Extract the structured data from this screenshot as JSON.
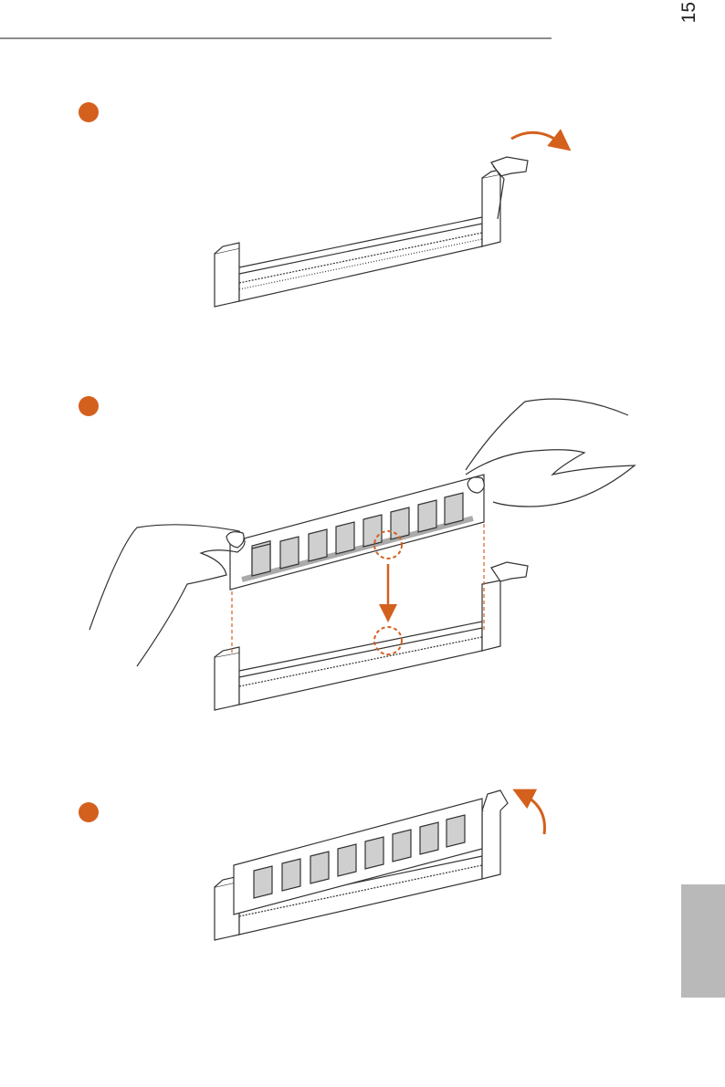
{
  "page": {
    "number": "15"
  },
  "colors": {
    "accent": "#d4601e",
    "rule": "#8c8c8c",
    "tab": "#b9b9b9",
    "line": "#333333"
  },
  "steps": [
    {
      "id": 1,
      "illustration": "dimm-slot-latch-open-icon"
    },
    {
      "id": 2,
      "illustration": "dimm-module-insertion-icon"
    },
    {
      "id": 3,
      "illustration": "dimm-latch-close-icon"
    }
  ]
}
